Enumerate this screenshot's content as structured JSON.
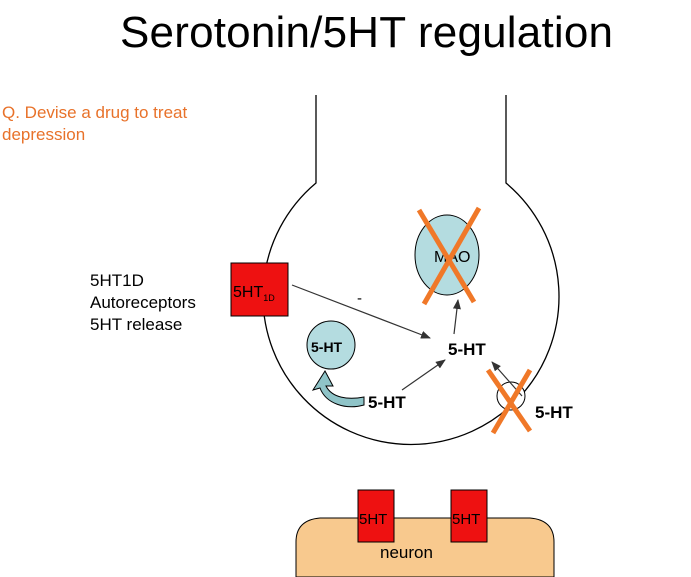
{
  "title": "Serotonin/5HT regulation",
  "question": {
    "line1": "Q. Devise a drug to treat",
    "line2": "depression"
  },
  "autoreceptor_label": {
    "line1": "5HT1D",
    "line2": "Autoreceptors",
    "line3": "5HT release"
  },
  "diagram": {
    "autoreceptor_box": {
      "main": "5HT",
      "sub": "1D"
    },
    "inhibition_sign": "-",
    "mao": "MAO",
    "vesicle": "5-HT",
    "central": "5-HT",
    "lower": "5-HT",
    "right": "5-HT",
    "receptor_left": "5HT",
    "receptor_right": "5HT",
    "neuron": "neuron"
  },
  "colors": {
    "question": "#e8722a",
    "cross": "#f07828",
    "receptor": "#ee1111",
    "vesicle": "#b4dce0",
    "neuron": "#f8c98e"
  }
}
